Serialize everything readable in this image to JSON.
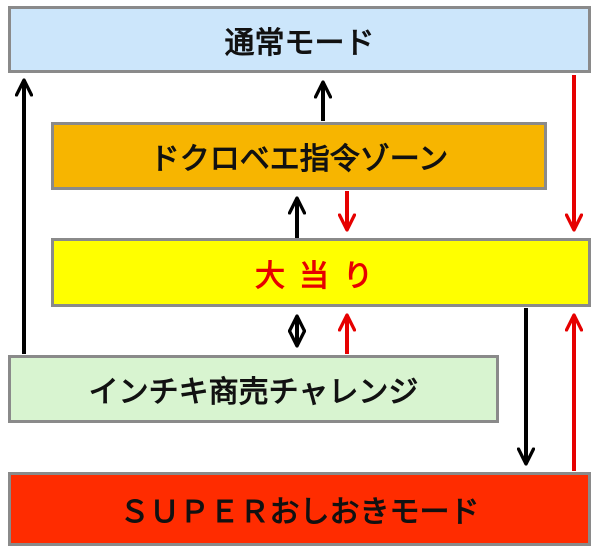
{
  "nodes": {
    "normal_mode": "通常モード",
    "dokurobee_zone": "ドクロベエ指令ゾーン",
    "big_hit": "大当り",
    "inchiki_challenge": "インチキ商売チャレンジ",
    "super_oshioki_mode": "ＳＵＰＥＲおしおきモード"
  },
  "colors": {
    "normal_mode": "#cce6fb",
    "dokurobee_zone": "#f7b500",
    "big_hit": "#ffff00",
    "big_hit_text": "#e60000",
    "inchiki_challenge": "#d8f4d0",
    "super_oshioki_mode": "#ff2c00",
    "arrow_black": "#000000",
    "arrow_red": "#e60000"
  }
}
